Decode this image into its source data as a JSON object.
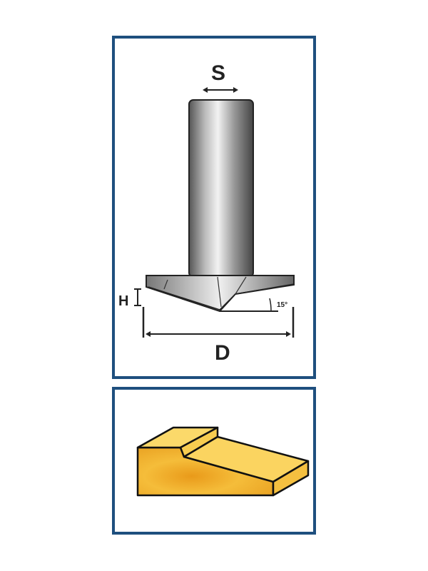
{
  "diagram": {
    "labels": {
      "shank": "S",
      "height": "H",
      "diameter": "D",
      "angle": "15°"
    },
    "colors": {
      "frame": "#1e4f7e",
      "wood": "#f0b52a",
      "wood_top": "#fbd96a",
      "steel": "#8a8a8a"
    }
  }
}
